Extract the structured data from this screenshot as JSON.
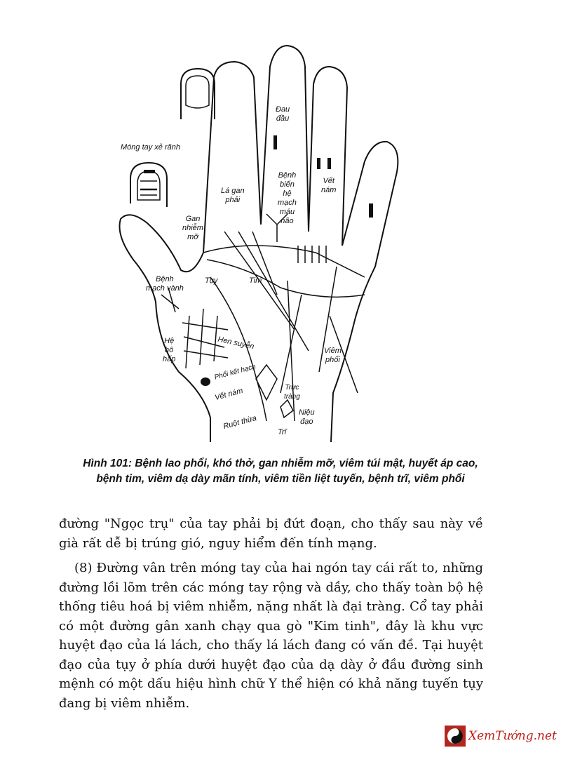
{
  "figure": {
    "labels": {
      "mong_tay": "Móng tay xẻ rãnh",
      "dau_dau": "Đau\nđầu",
      "la_gan": "Lá gan\nphải",
      "benh_bien": "Bệnh\nbiến\nhệ\nmạch\nmáu\nnão",
      "vet_nam_top": "Vết\nnám",
      "gan_nhiem": "Gan\nnhiễm\nmỡ",
      "benh_mach_vanh": "Bệnh\nmạch vành",
      "tuy": "Tụy",
      "tim": "Tim",
      "he_ho_hap": "Hệ\nhô\nhấp",
      "hen_suyen": "Hen suyễn",
      "phoi_ket_hach": "Phổi kết hạch",
      "vet_nam_bottom": "Vết nám",
      "viem_phoi": "Viêm\nphổi",
      "truc_trang": "Trực\ntràng",
      "nieu_dao": "Niệu\nđạo",
      "ruot_thua": "Ruột thừa",
      "tri": "Trĩ"
    },
    "caption_line1": "Hình 101: Bệnh lao phổi, khó thở, gan nhiễm mỡ, viêm túi mật, huyết áp cao,",
    "caption_line2": "bệnh tim, viêm dạ dày mãn tính, viêm tiền liệt tuyến, bệnh trĩ, viêm phổi"
  },
  "body": {
    "p1": "đường \"Ngọc trụ\" của tay phải bị đứt đoạn, cho thấy sau này về già rất dễ bị trúng gió, nguy hiểm đến tính mạng.",
    "p2": "(8) Đường vân trên móng tay của hai ngón tay cái rất to, những đường lồi lõm trên các móng tay rộng và dầy, cho thấy toàn bộ hệ thống tiêu hoá bị viêm nhiễm, nặng nhất là đại tràng. Cổ tay phải có một đường gân xanh chạy qua gò \"Kim tinh\", đây là khu vực huyệt đạo của lá lách, cho thấy lá lách đang có vấn đề. Tại huyệt đạo của tụy ở phía dưới huyệt đạo của dạ dày ở đầu đường sinh mệnh có một dấu hiệu hình chữ Y thể hiện có khả năng tuyến tụy đang bị viêm nhiễm."
  },
  "watermark": {
    "text": "XemTướng.net",
    "color": "#c0201a"
  }
}
